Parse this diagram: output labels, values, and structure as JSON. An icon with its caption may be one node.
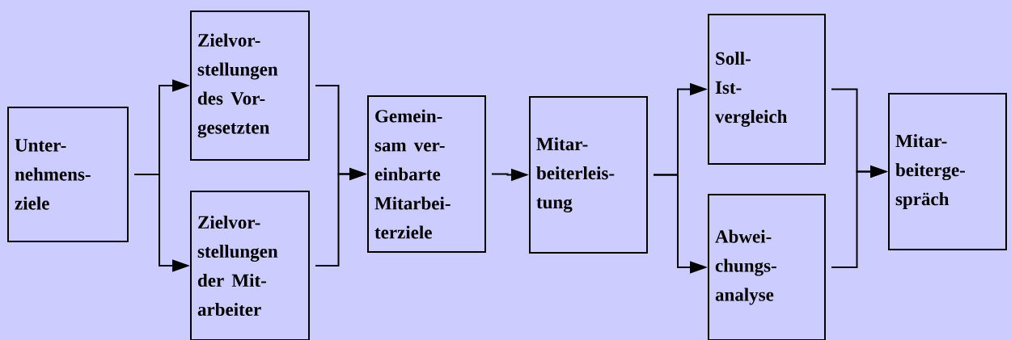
{
  "diagram": {
    "nodes": [
      {
        "text": [
          "Unter- nehmens- ziele"
        ]
      },
      {
        "text": [
          "Zielvor- stellungen des Vor- gesetzten"
        ]
      },
      {
        "text": [
          "Zielvor- stellungen der Mit- arbeiter"
        ]
      },
      {
        "text": [
          "Gemein- sam ver- einbarte Mitarbei- terziele"
        ]
      },
      {
        "text": [
          "Mitar- beiterleis- tung"
        ]
      },
      {
        "text": [
          "Soll- Ist- vergleich"
        ]
      },
      {
        "text": [
          "Abwei- chungs- analyse"
        ]
      },
      {
        "text": [
          "Mitar- beiterge- spräch"
        ]
      }
    ],
    "edges": [
      {
        "from": 0,
        "to": 1,
        "arrow": "to"
      },
      {
        "from": 0,
        "to": 2,
        "arrow": "to"
      },
      {
        "from": 1,
        "to": 3,
        "arrow": "to"
      },
      {
        "from": 2,
        "to": 3,
        "arrow": "to"
      },
      {
        "from": 3,
        "to": 4,
        "arrow": "to"
      },
      {
        "from": 4,
        "to": 5,
        "arrow": "to"
      },
      {
        "from": 4,
        "to": 6,
        "arrow": "to"
      },
      {
        "from": 5,
        "to": 7,
        "arrow": "to"
      },
      {
        "from": 6,
        "to": 7,
        "arrow": "to"
      }
    ]
  }
}
